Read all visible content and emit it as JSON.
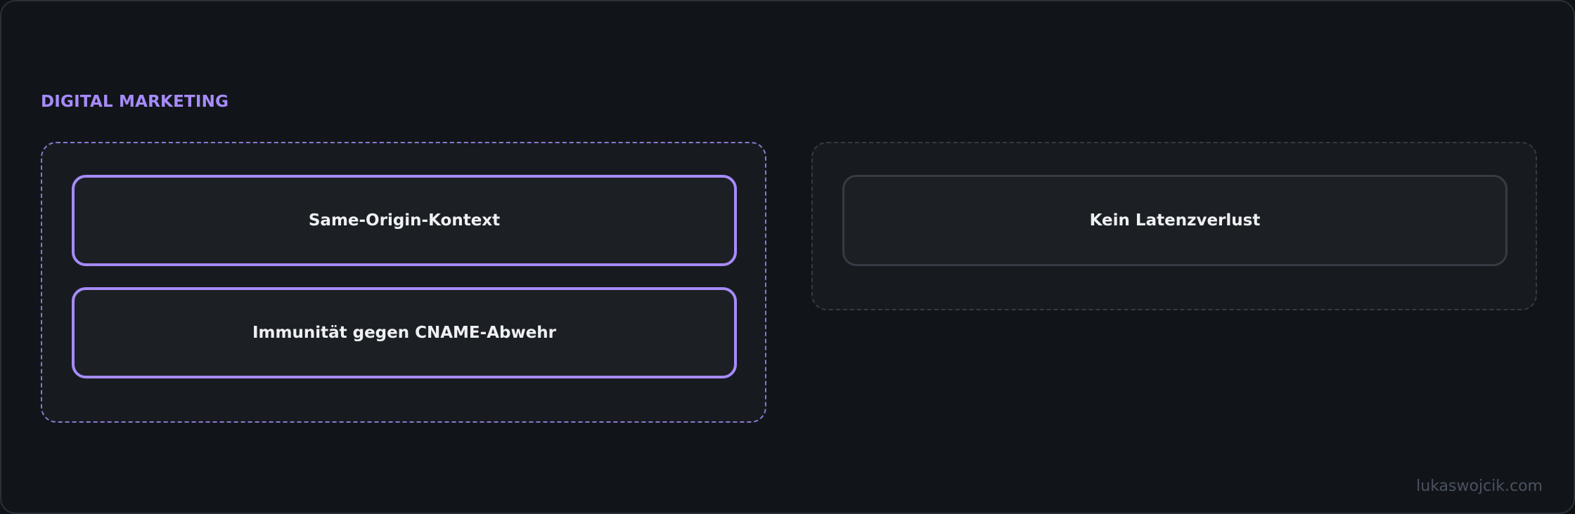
{
  "section": {
    "title": "DIGITAL MARKETING"
  },
  "groups": [
    {
      "nodes": [
        {
          "label": "Same-Origin-Kontext"
        },
        {
          "label": "Immunität gegen CNAME-Abwehr"
        }
      ]
    },
    {
      "nodes": [
        {
          "label": "Kein Latenzverlust"
        }
      ]
    }
  ],
  "watermark": "lukaswojcik.com",
  "colors": {
    "background": "#111519",
    "accent": "#a78bfa",
    "muted_border": "#363b44",
    "text": "#eef0f3",
    "watermark": "#4b5260"
  }
}
